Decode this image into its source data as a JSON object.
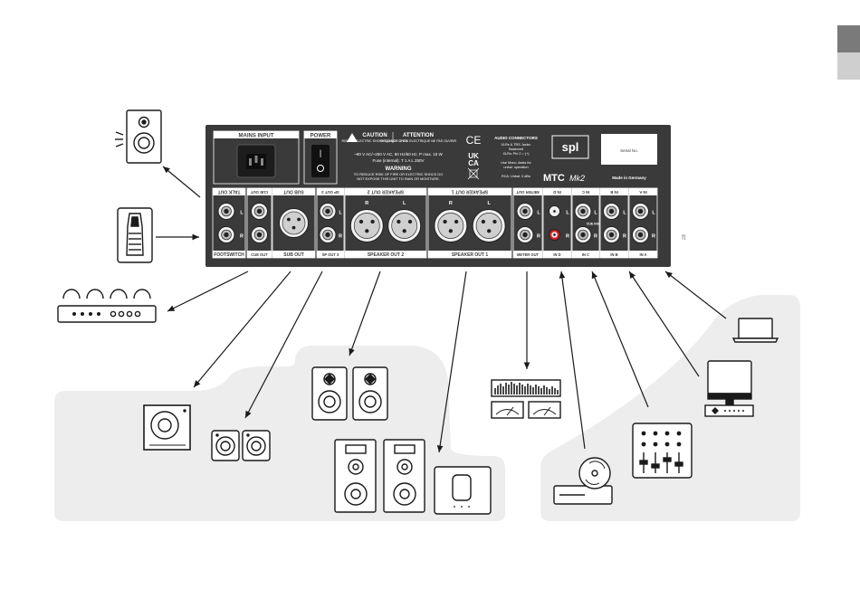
{
  "panel": {
    "mains_input": "MAINS INPUT",
    "power": "POWER",
    "caution_title": "CAUTION",
    "caution_sub": "RISK OF ELECTRIC SHOCK DO NOT OPEN",
    "attention_title": "ATTENTION",
    "attention_sub": "RISQUE DE CHOC ELECTRIQUE NE PAS OUVRIR",
    "voltage_line": "~90 V AC/~250 V AC, 50 Hz/60 Hz, P max. 15 W",
    "fuse_line": "Fuse (internal): T 1 A L 250V",
    "warning_title": "WARNING",
    "warning_text_1": "TO REDUCE RISK OF FIRE OR ELECTRIC SHOCK DO",
    "warning_text_2": "NOT EXPOSE THIS UNIT TO RAIN OR MOISTURE.",
    "ce_mark": "CE",
    "ukca_1": "UK",
    "ukca_2": "CA",
    "audio_connectors_title": "AUDIO CONNECTORS",
    "audio_connectors_1": "XLRs & TRS Jacks:",
    "audio_connectors_2": "Balanced",
    "audio_connectors_3": "XLRs: Pin 2 = (+)",
    "audio_connectors_4": "Use Mono Jacks for",
    "audio_connectors_5": "unbal. operation",
    "audio_connectors_6": "RCA: Unbal. 0 dBu",
    "brand": "spl",
    "model": "MTC",
    "model_suffix": "Mk2",
    "serial_label": "Serial No.",
    "made_in": "Made in Germany",
    "stray_text": "ft",
    "left_channel": "L",
    "right_channel": "R",
    "cue_ins_label": "CUE INS",
    "ports_top": [
      "TALK OUT",
      "CUE OUT",
      "SUB OUT",
      "SP OUT 3",
      "SPEAKER OUT 2",
      "SPEAKER OUT 1",
      "METER OUT",
      "IN D",
      "IN C",
      "IN B",
      "IN A"
    ],
    "ports_bottom": [
      "FOOTSWITCH",
      "CUE OUT",
      "SUB OUT",
      "SP OUT 3",
      "SPEAKER OUT 2",
      "SPEAKER OUT 1",
      "METER OUT",
      "IN D",
      "IN C",
      "IN B",
      "IN A"
    ]
  },
  "icons": [
    "talkback-speaker-icon",
    "footswitch-icon",
    "headphone-amp-icon",
    "subwoofer-icon",
    "small-monitors-icon",
    "monitor-pair-icon",
    "large-speakers-icon",
    "small-sub-icon",
    "meter-icon",
    "cd-player-icon",
    "mixer-icon",
    "computer-icon",
    "laptop-icon"
  ],
  "colors": {
    "panel": "#3a3a3a",
    "accent_red": "#d62027",
    "zone_gray": "#ededed",
    "line": "#1a1a1a",
    "tab_dark": "#7a7a7a",
    "tab_light": "#cfcfcf"
  }
}
